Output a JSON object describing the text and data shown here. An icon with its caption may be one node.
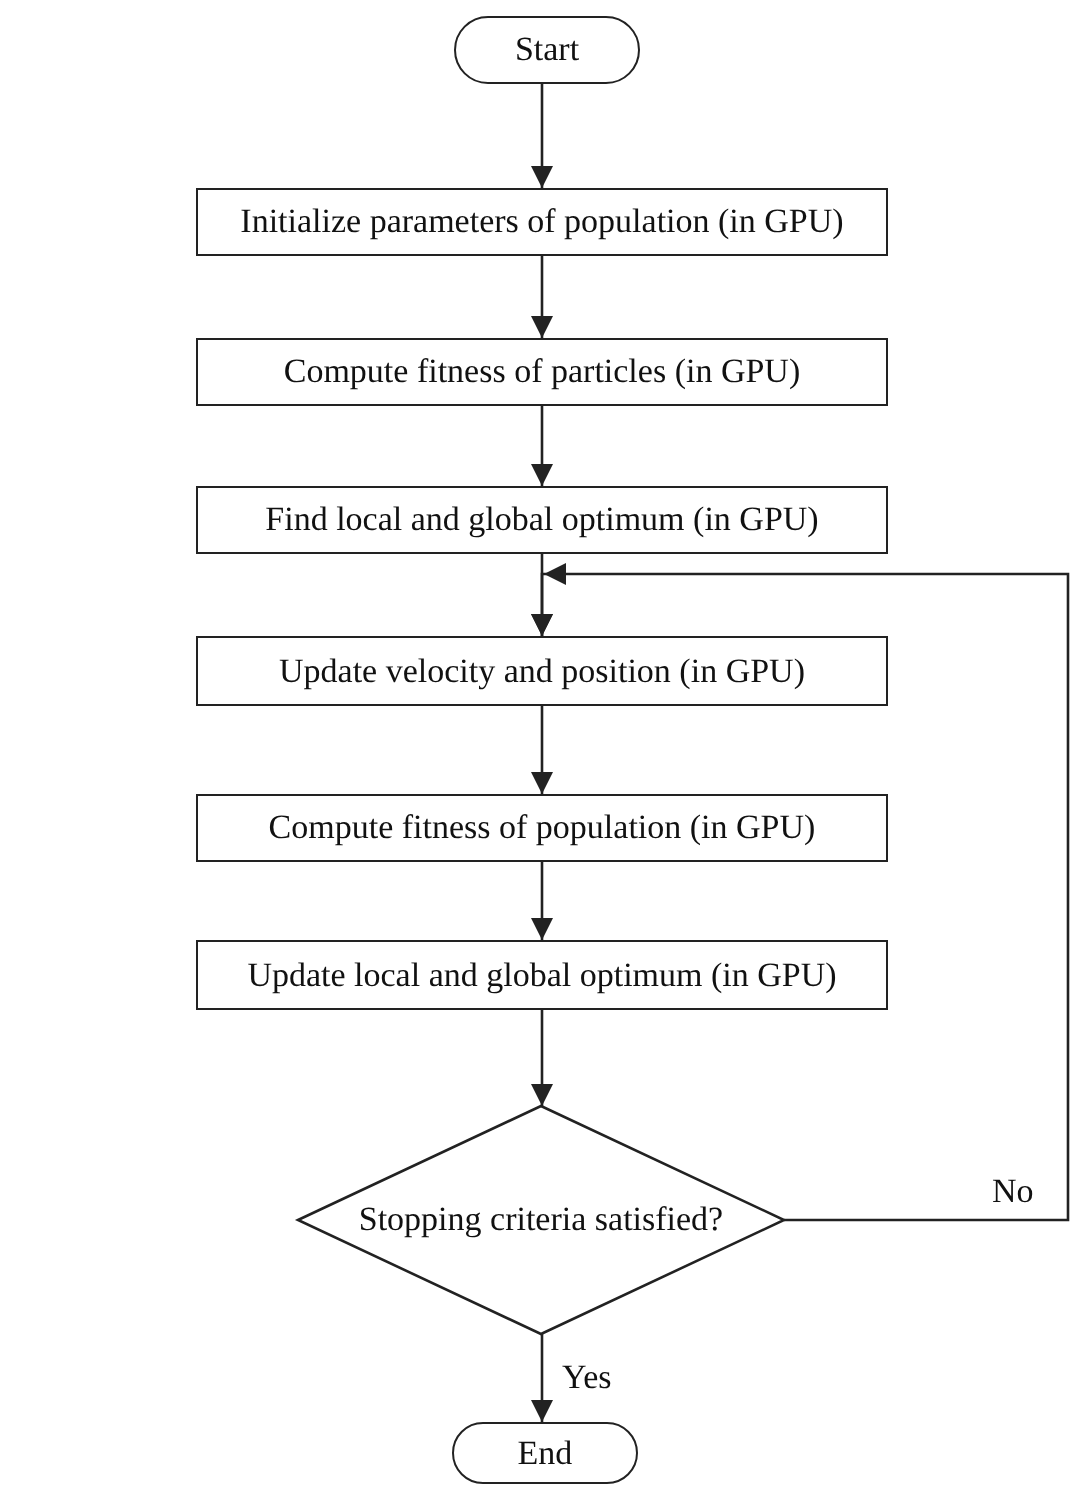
{
  "diagram": {
    "nodes": [
      {
        "text": [
          "Start"
        ]
      },
      {
        "text": [
          "Initialize parameters of population (in GPU)"
        ]
      },
      {
        "text": [
          "Compute fitness of particles (in GPU)"
        ]
      },
      {
        "text": [
          "Find local and global optimum (in GPU)"
        ]
      },
      {
        "text": [
          "Update velocity and position (in GPU)"
        ]
      },
      {
        "text": [
          "Compute fitness of population (in GPU)"
        ]
      },
      {
        "text": [
          "Update local and global optimum (in GPU)"
        ]
      },
      {
        "text": [
          "Stopping criteria satisfied?"
        ]
      },
      {
        "text": [
          "End"
        ]
      }
    ],
    "edges": [
      {
        "from": 0,
        "to": 1,
        "arrow": "to"
      },
      {
        "from": 1,
        "to": 2,
        "arrow": "to"
      },
      {
        "from": 2,
        "to": 3,
        "arrow": "to"
      },
      {
        "from": 3,
        "to": 4,
        "arrow": "to"
      },
      {
        "from": 4,
        "to": 5,
        "arrow": "to"
      },
      {
        "from": 5,
        "to": 6,
        "arrow": "to"
      },
      {
        "from": 6,
        "to": 7,
        "arrow": "to"
      },
      {
        "from": 7,
        "to": 8,
        "arrow": "to",
        "label": "Yes"
      },
      {
        "from": 7,
        "to": 4,
        "arrow": "to",
        "label": "No"
      }
    ]
  }
}
